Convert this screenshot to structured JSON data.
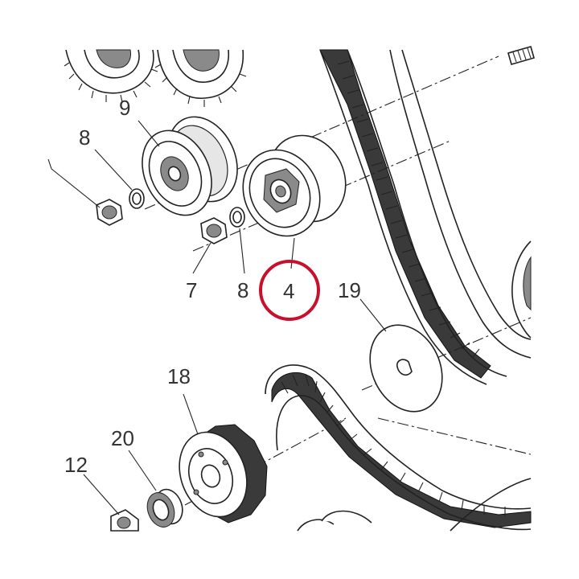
{
  "callouts": [
    {
      "id": "9",
      "text": "9"
    },
    {
      "id": "8a",
      "text": "8"
    },
    {
      "id": "7",
      "text": "7"
    },
    {
      "id": "8b",
      "text": "8"
    },
    {
      "id": "4",
      "text": "4"
    },
    {
      "id": "19",
      "text": "19"
    },
    {
      "id": "18",
      "text": "18"
    },
    {
      "id": "20",
      "text": "20"
    },
    {
      "id": "12",
      "text": "12"
    }
  ],
  "highlight": {
    "target": "4",
    "color": "#c8102e"
  },
  "colors": {
    "line": "#222222",
    "belt": "#3a3a3a",
    "label": "#333333"
  }
}
